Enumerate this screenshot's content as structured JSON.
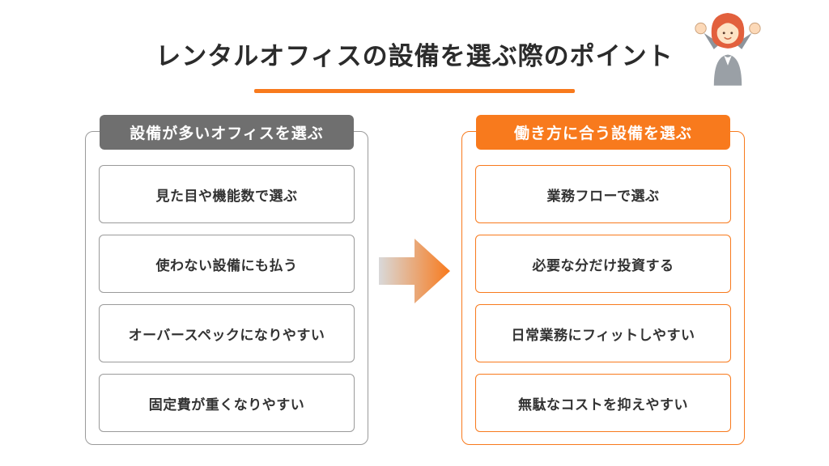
{
  "page": {
    "title": "レンタルオフィスの設備を選ぶ際のポイント"
  },
  "left_panel": {
    "header": "設備が多いオフィスを選ぶ",
    "items": [
      "見た目や機能数で選ぶ",
      "使わない設備にも払う",
      "オーバースペックになりやすい",
      "固定費が重くなりやすい"
    ]
  },
  "right_panel": {
    "header": "働き方に合う設備を選ぶ",
    "items": [
      "業務フローで選ぶ",
      "必要な分だけ投資する",
      "日常業務にフィットしやすい",
      "無駄なコストを抑えやすい"
    ]
  },
  "icons": {
    "arrow": "arrow-right-icon",
    "illustration": "cheering-woman-illustration"
  },
  "colors": {
    "accent_orange": "#f87a1d",
    "header_gray": "#6f6f6f",
    "border_gray": "#9a9a9a",
    "text_dark": "#333333",
    "title_dark": "#2b2b2b"
  }
}
